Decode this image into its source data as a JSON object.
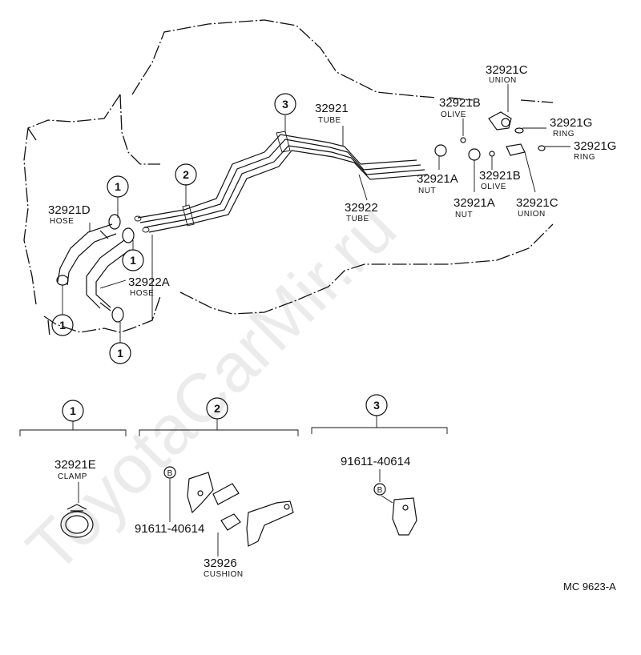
{
  "watermark": "ToyotaCarMir.ru",
  "figure_code": "MC  9623-A",
  "callouts": {
    "one": "1",
    "two": "2",
    "three": "3",
    "b": "B"
  },
  "parts": {
    "p32921c_top": {
      "number": "32921C",
      "name": "UNION"
    },
    "p32921b_top": {
      "number": "32921B",
      "name": "OLIVE"
    },
    "p32921g_top": {
      "number": "32921G",
      "name": "RING"
    },
    "p32921g_bot": {
      "number": "32921G",
      "name": "RING"
    },
    "p32921_tube": {
      "number": "32921",
      "name": "TUBE"
    },
    "p32921a_left": {
      "number": "32921A",
      "name": "NUT"
    },
    "p32921b_bot": {
      "number": "32921B",
      "name": "OLIVE"
    },
    "p32921a_mid": {
      "number": "32921A",
      "name": "NUT"
    },
    "p32921c_bot": {
      "number": "32921C",
      "name": "UNION"
    },
    "p32922_tube": {
      "number": "32922",
      "name": "TUBE"
    },
    "p32921d_hose": {
      "number": "32921D",
      "name": "HOSE"
    },
    "p32922a_hose": {
      "number": "32922A",
      "name": "HOSE"
    },
    "p32921e_clamp": {
      "number": "32921E",
      "name": "CLAMP"
    },
    "p32926_cushion": {
      "number": "32926",
      "name": "CUSHION"
    },
    "bolt_sec2": {
      "number": "91611-40614"
    },
    "bolt_sec3": {
      "number": "91611-40614"
    }
  }
}
